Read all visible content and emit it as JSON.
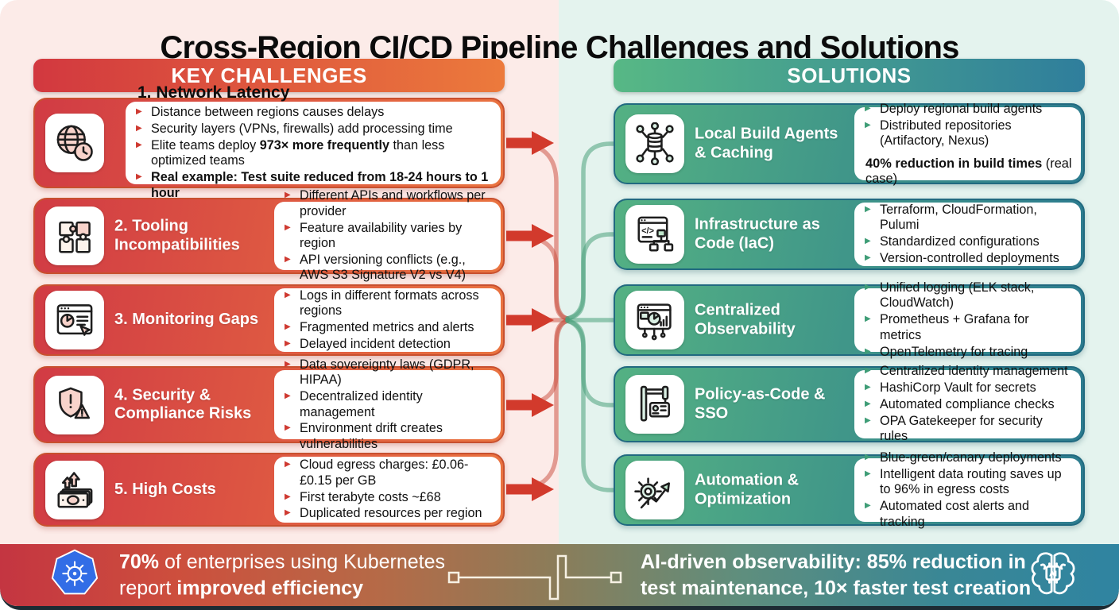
{
  "title": "Cross-Region CI/CD Pipeline Challenges and Solutions",
  "colors": {
    "challenge_accent": "#d23b40",
    "challenge_gradient": [
      "#d13b44",
      "#ea7440"
    ],
    "solution_accent": "#3f9d77",
    "solution_gradient": [
      "#54b183",
      "#2c7b8f"
    ],
    "left_background": "#fcebe8",
    "right_background": "#e4f3ee",
    "footer_gradient": [
      "#c43541",
      "#8a7d5a",
      "#2f84a1"
    ],
    "kubernetes_blue": "#326de6"
  },
  "challenges": {
    "header": "KEY CHALLENGES",
    "items": [
      {
        "icon": "globe-clock-icon",
        "title": "1. Network Latency",
        "bullets": [
          [
            {
              "t": "Distance between regions causes delays"
            }
          ],
          [
            {
              "t": "Security layers (VPNs, firewalls) add processing time"
            }
          ],
          [
            {
              "t": "Elite teams deploy "
            },
            {
              "t": "973× more frequently",
              "b": true
            },
            {
              "t": " than less optimized teams"
            }
          ],
          [
            {
              "t": "Real example: Test suite reduced from 18-24 hours to 1 hour",
              "b": true
            }
          ]
        ]
      },
      {
        "icon": "puzzle-icon",
        "title": "2. Tooling Incompatibilities",
        "bullets": [
          [
            {
              "t": "Different APIs and workflows per provider"
            }
          ],
          [
            {
              "t": "Feature availability varies by region"
            }
          ],
          [
            {
              "t": "API versioning conflicts (e.g., AWS S3 Signature V2 vs V4)"
            }
          ]
        ]
      },
      {
        "icon": "monitoring-window-icon",
        "title": "3. Monitoring Gaps",
        "bullets": [
          [
            {
              "t": "Logs in different formats across regions"
            }
          ],
          [
            {
              "t": "Fragmented metrics and alerts"
            }
          ],
          [
            {
              "t": "Delayed incident detection"
            }
          ]
        ]
      },
      {
        "icon": "shield-warning-icon",
        "title": "4. Security & Compliance Risks",
        "bullets": [
          [
            {
              "t": "Data sovereignty laws (GDPR, HIPAA)"
            }
          ],
          [
            {
              "t": "Decentralized identity management"
            }
          ],
          [
            {
              "t": "Environment drift creates vulnerabilities"
            }
          ]
        ]
      },
      {
        "icon": "money-costs-icon",
        "title": "5. High Costs",
        "bullets": [
          [
            {
              "t": "Cloud egress charges: £0.06-£0.15 per GB"
            }
          ],
          [
            {
              "t": "First terabyte costs ~£68"
            }
          ],
          [
            {
              "t": "Duplicated resources per region"
            }
          ]
        ]
      }
    ]
  },
  "solutions": {
    "header": "SOLUTIONS",
    "items": [
      {
        "icon": "distributed-database-icon",
        "title": "Local Build Agents & Caching",
        "bullets": [
          [
            {
              "t": "Deploy regional build agents"
            }
          ],
          [
            {
              "t": "Distributed repositories (Artifactory, Nexus)"
            }
          ]
        ],
        "note": [
          {
            "t": "40% reduction in build times",
            "b": true
          },
          {
            "t": " (real case)"
          }
        ]
      },
      {
        "icon": "code-window-icon",
        "title": "Infrastructure as Code (IaC)",
        "bullets": [
          [
            {
              "t": "Terraform, CloudFormation, Pulumi"
            }
          ],
          [
            {
              "t": "Standardized configurations"
            }
          ],
          [
            {
              "t": "Version-controlled deployments"
            }
          ]
        ]
      },
      {
        "icon": "dashboard-icon",
        "title": "Centralized Observability",
        "bullets": [
          [
            {
              "t": "Unified logging (ELK stack, CloudWatch)"
            }
          ],
          [
            {
              "t": "Prometheus + Grafana for metrics"
            }
          ],
          [
            {
              "t": "OpenTelemetry for tracing"
            }
          ]
        ]
      },
      {
        "icon": "id-badge-icon",
        "title": "Policy-as-Code & SSO",
        "bullets": [
          [
            {
              "t": "Centralized identity management"
            }
          ],
          [
            {
              "t": "HashiCorp Vault for secrets"
            }
          ],
          [
            {
              "t": "Automated compliance checks"
            }
          ],
          [
            {
              "t": "OPA Gatekeeper for security rules"
            }
          ]
        ]
      },
      {
        "icon": "gear-growth-icon",
        "title": "Automation & Optimization",
        "bullets": [
          [
            {
              "t": "Blue-green/canary deployments"
            }
          ],
          [
            {
              "t": "Intelligent data routing saves up to 96% in egress costs"
            }
          ],
          [
            {
              "t": "Automated cost alerts and tracking"
            }
          ]
        ]
      }
    ]
  },
  "footer": {
    "left_icon": "kubernetes-icon",
    "right_icon": "ai-brain-icon",
    "stat1_line1": [
      {
        "t": "70%",
        "b": true
      },
      {
        "t": " of enterprises using Kubernetes"
      }
    ],
    "stat1_line2": [
      {
        "t": "report "
      },
      {
        "t": "improved efficiency",
        "b": true
      }
    ],
    "stat2_line1": [
      {
        "t": "AI-driven observability: 85% reduction in",
        "b": true
      }
    ],
    "stat2_line2": [
      {
        "t": "test maintenance, 10× faster test creation",
        "b": true
      }
    ]
  }
}
